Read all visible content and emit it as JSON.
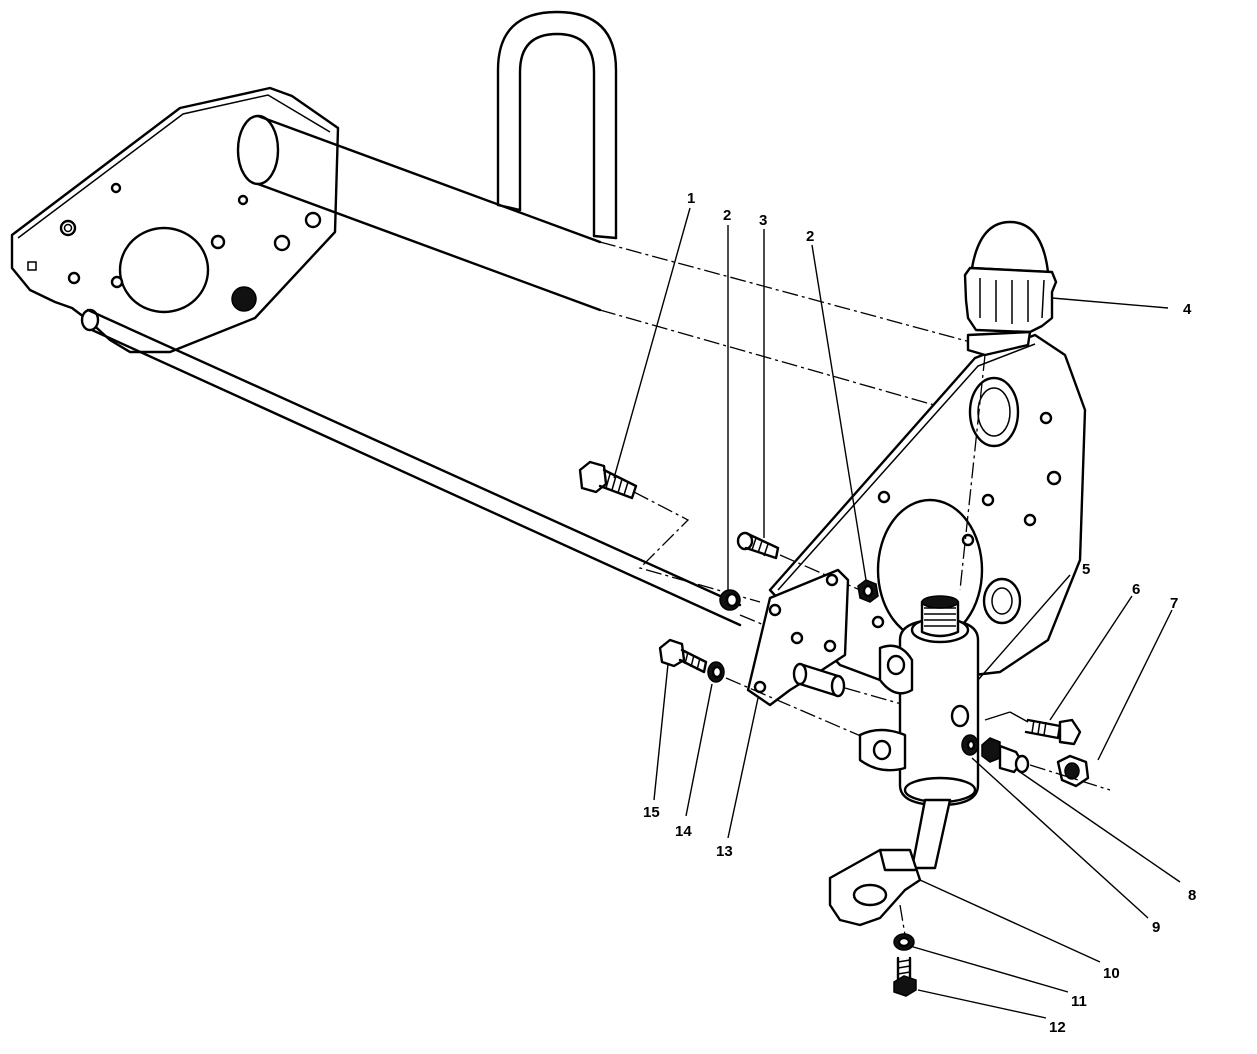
{
  "diagram": {
    "callouts": [
      {
        "id": "c1",
        "label": "1"
      },
      {
        "id": "c2a",
        "label": "2"
      },
      {
        "id": "c3",
        "label": "3"
      },
      {
        "id": "c2b",
        "label": "2"
      },
      {
        "id": "c4",
        "label": "4"
      },
      {
        "id": "c5",
        "label": "5"
      },
      {
        "id": "c6",
        "label": "6"
      },
      {
        "id": "c7",
        "label": "7"
      },
      {
        "id": "c8",
        "label": "8"
      },
      {
        "id": "c9",
        "label": "9"
      },
      {
        "id": "c10",
        "label": "10"
      },
      {
        "id": "c11",
        "label": "11"
      },
      {
        "id": "c12",
        "label": "12"
      },
      {
        "id": "c13",
        "label": "13"
      },
      {
        "id": "c14",
        "label": "14"
      },
      {
        "id": "c15",
        "label": "15"
      }
    ]
  }
}
